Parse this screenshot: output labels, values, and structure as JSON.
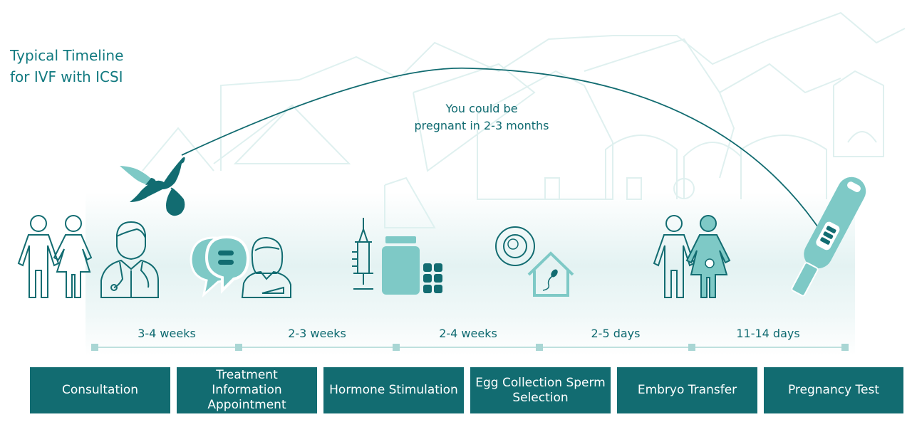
{
  "title": {
    "line1": "Typical Timeline",
    "line2": "for IVF with ICSI"
  },
  "arc_text": {
    "line1": "You could be",
    "line2": "pregnant in 2-3 months"
  },
  "durations": [
    "3-4 weeks",
    "2-3 weeks",
    "2-4 weeks",
    "2-5 days",
    "11-14 days"
  ],
  "steps": [
    "Consultation",
    "Treatment Information Appointment",
    "Hormone Stimulation",
    "Egg Collection Sperm Selection",
    "Embryo Transfer",
    "Pregnancy Test"
  ],
  "colors": {
    "primary": "#126c71",
    "accent": "#7ec9c6",
    "light": "#cfe8e8",
    "line": "#a9d6d4"
  },
  "icons": [
    "couple-icon",
    "doctor-icon",
    "speech-bubbles-icon",
    "consultant-icon",
    "syringe-icon",
    "medicine-bottle-icon",
    "pills-icon",
    "egg-cell-icon",
    "house-sperm-icon",
    "pregnant-couple-icon",
    "pregnancy-test-icon",
    "stork-icon"
  ]
}
